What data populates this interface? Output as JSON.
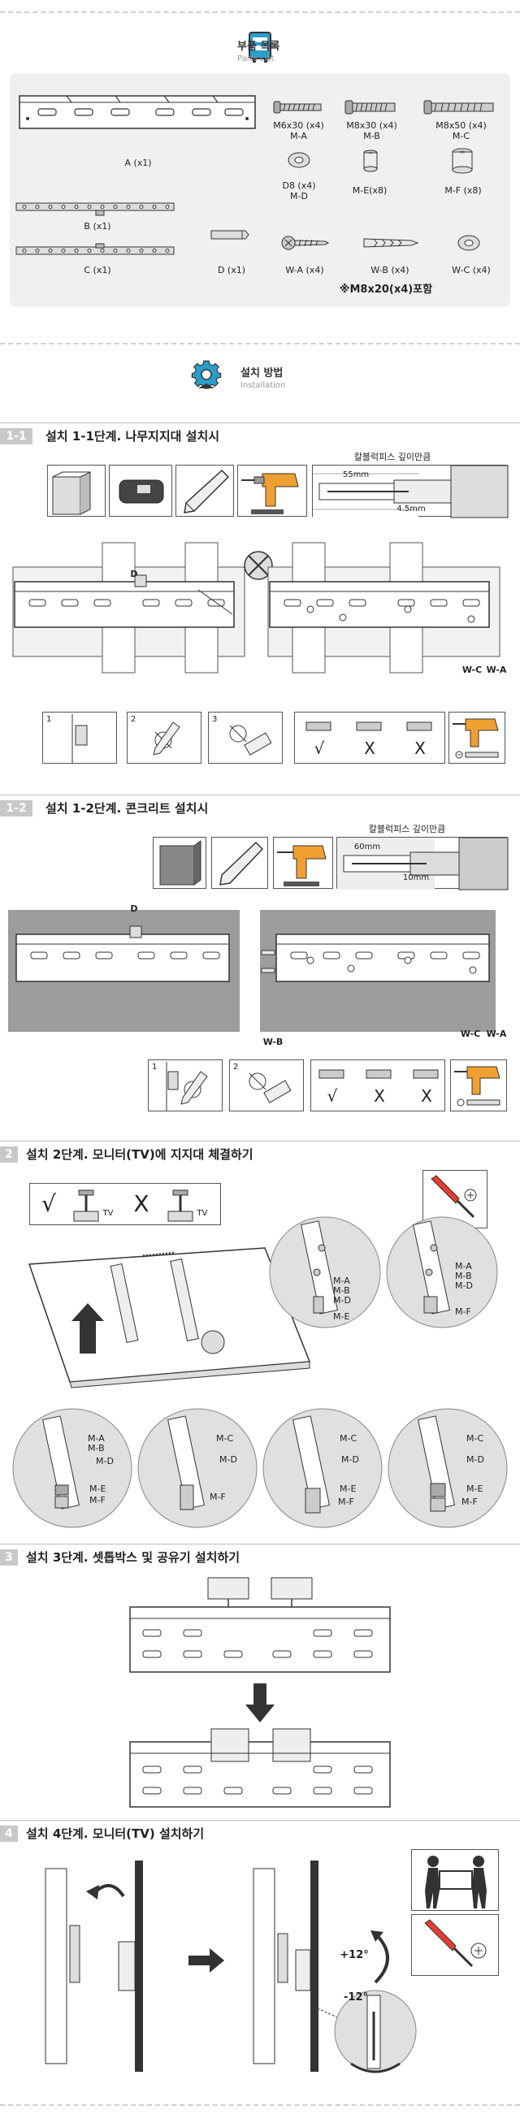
{
  "parts": {
    "title": "부품 목록",
    "subtitle": "Parts List",
    "items": [
      {
        "label": "A (x1)"
      },
      {
        "label": "M6x30 (x4)\nM-A"
      },
      {
        "label": "M8x30 (x4)\nM-B"
      },
      {
        "label": "M8x50 (x4)\nM-C"
      },
      {
        "label": "D8 (x4)\nM-D"
      },
      {
        "label": "M-E(x8)"
      },
      {
        "label": "M-F (x8)"
      },
      {
        "label": "B (x1)"
      },
      {
        "label": "C (x1)"
      },
      {
        "label": "D (x1)"
      },
      {
        "label": "W-A (x4)"
      },
      {
        "label": "W-B (x4)"
      },
      {
        "label": "W-C (x4)"
      }
    ],
    "note": "※M8x20(x4)포함"
  },
  "install": {
    "title": "설치 방법",
    "subtitle": "Installation"
  },
  "steps": [
    {
      "num": "1-1",
      "title": "설치 1-1단계. 나무지지대 설치시",
      "depth_title": "칼블럭피스 깊이만큼",
      "dim1": "55mm",
      "dim2": "4.5mm",
      "label_d": "D",
      "label_wc": "W-C",
      "label_wa": "W-A",
      "sub_nums": [
        "1",
        "2",
        "3"
      ],
      "marks": [
        "√",
        "X",
        "X"
      ]
    },
    {
      "num": "1-2",
      "title": "설치 1-2단계. 콘크리트 설치시",
      "depth_title": "칼블럭피스 깊이만큼",
      "dim1": "60mm",
      "dim2": "10mm",
      "label_d": "D",
      "label_wb": "W-B",
      "label_wc": "W-C",
      "label_wa": "W-A",
      "sub_nums": [
        "1",
        "2"
      ],
      "marks": [
        "√",
        "X",
        "X"
      ]
    },
    {
      "num": "2",
      "title": "설치 2단계. 모니터(TV)에 지지대 체결하기",
      "ok_mark": "√",
      "ng_mark": "X",
      "tv": "TV",
      "c1": [
        "M-A",
        "M-B",
        "M-D",
        "M-E"
      ],
      "c2": [
        "M-A",
        "M-B",
        "M-D",
        "M-F"
      ],
      "c3": [
        "M-A",
        "M-B",
        "M-D",
        "M-E",
        "M-F"
      ],
      "c4": [
        "M-C",
        "M-D",
        "M-F"
      ],
      "c5": [
        "M-C",
        "M-D",
        "M-E",
        "M-F"
      ],
      "c6": [
        "M-C",
        "M-D",
        "M-E",
        "M-F"
      ]
    },
    {
      "num": "3",
      "title": "설치 3단계. 셋톱박스 및 공유기 설치하기"
    },
    {
      "num": "4",
      "title": "설치 4단계. 모니터(TV) 설치하기",
      "tilt_up": "+12°",
      "tilt_down": "-12°"
    }
  ]
}
